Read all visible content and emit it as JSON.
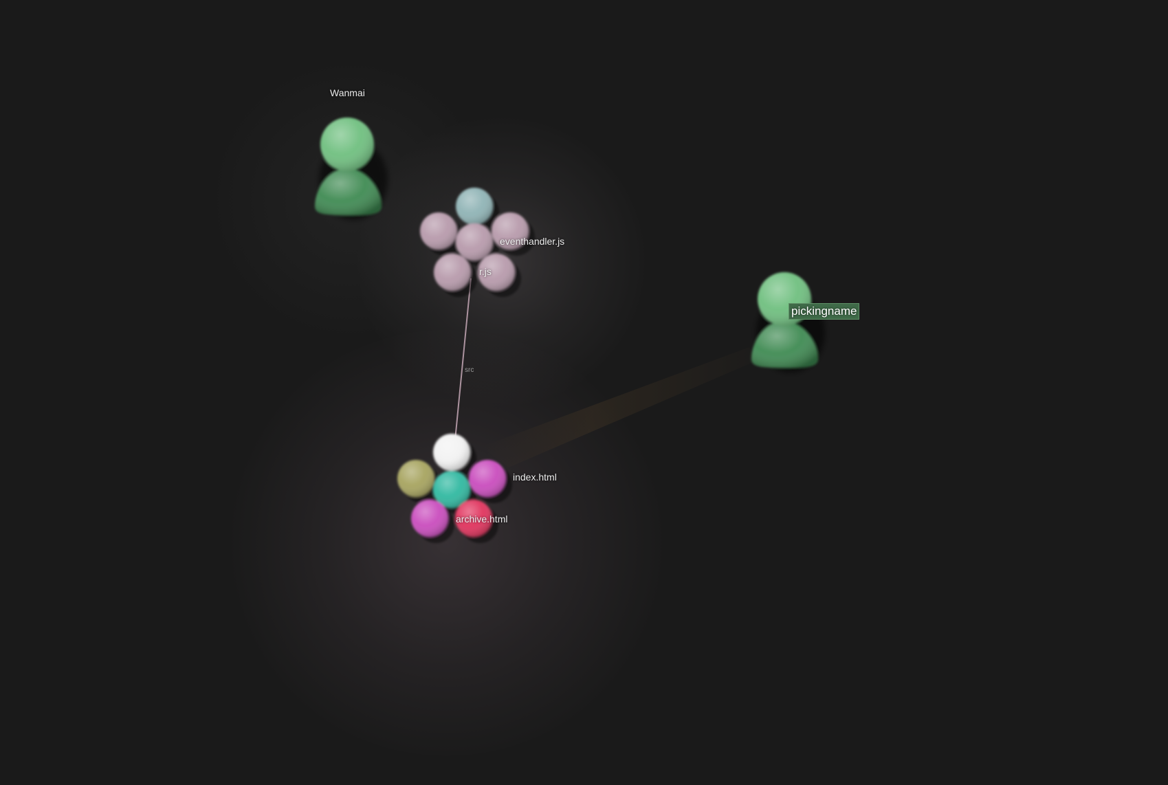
{
  "users": [
    {
      "name": "Wanmai",
      "color": "#6fbf7f"
    },
    {
      "name": "pickingname",
      "color": "#6fbf7f",
      "highlighted": true
    }
  ],
  "clusters": [
    {
      "id": "js",
      "labels": [
        "eventhandler.js",
        "r.js"
      ],
      "node_colors": [
        "#8fb3b5",
        "#b79aab",
        "#b79aab",
        "#b79aab",
        "#b79aab",
        "#b79aab"
      ]
    },
    {
      "id": "html",
      "labels": [
        "index.html",
        "archive.html"
      ],
      "node_colors": [
        "#f2f2f2",
        "#a6a35e",
        "#2fb8a0",
        "#c94cbd",
        "#c94cbd",
        "#e0325c"
      ]
    }
  ],
  "edge": {
    "label": "src",
    "color": "#c6a8b6"
  },
  "beam": {
    "color": "#4a3a26"
  }
}
